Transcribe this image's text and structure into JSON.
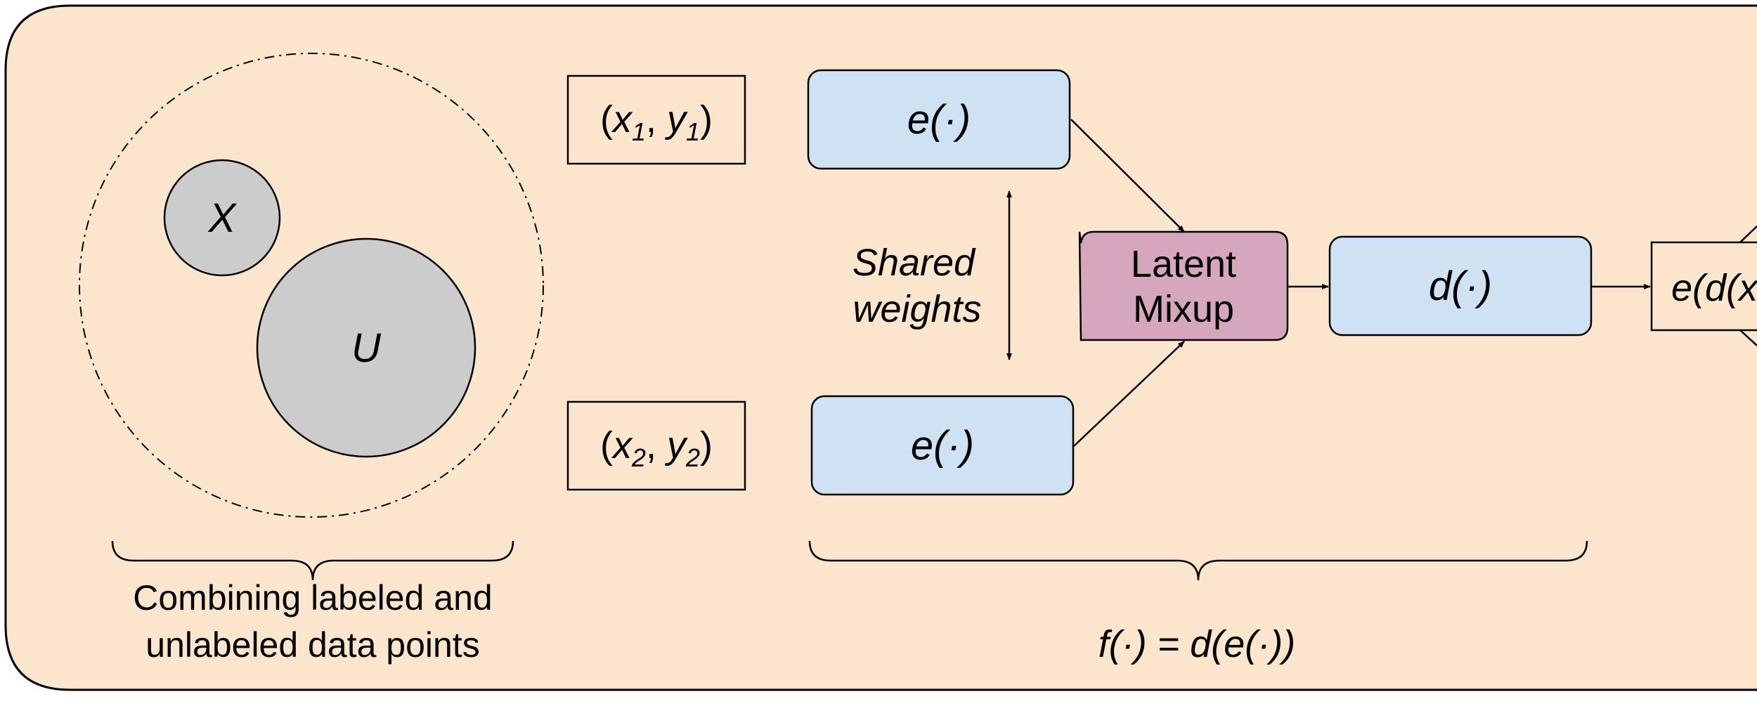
{
  "colors": {
    "panel_fill": "#fce5cd",
    "encoder_fill": "#cfe2f3",
    "mixup_fill": "#d5a6bd",
    "set_fill": "#cccccc",
    "stroke": "#000000",
    "white_box": "#fce5cd"
  },
  "left_section": {
    "set_x_label": "X",
    "set_u_label": "U",
    "brace_caption_line1": "Combining labeled and",
    "brace_caption_line2": "unlabeled data points"
  },
  "inputs": {
    "pair1": {
      "open": "(",
      "x": "x",
      "x_sub": "1",
      "sep": ", ",
      "y": "y",
      "y_sub": "1",
      "close": ")"
    },
    "pair2": {
      "open": "(",
      "x": "x",
      "x_sub": "2",
      "sep": ", ",
      "y": "y",
      "y_sub": "2",
      "close": ")"
    }
  },
  "encoder_top": {
    "label": "e(·)"
  },
  "encoder_bottom": {
    "label": "e(·)"
  },
  "shared_weights": {
    "line1": "Shared",
    "line2": "weights"
  },
  "mixup": {
    "line1": "Latent",
    "line2": "Mixup"
  },
  "decoder": {
    "label": "d(·)"
  },
  "output_box": {
    "label": "e(d(x"
  },
  "model_caption": {
    "label": "f(·) = d(e(·))"
  }
}
